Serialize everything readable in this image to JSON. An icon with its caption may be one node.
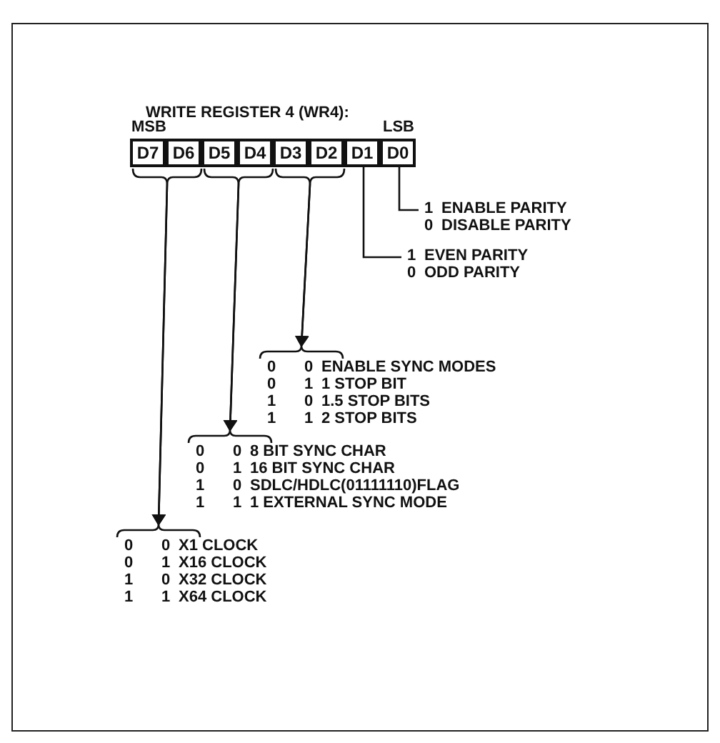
{
  "diagram": {
    "title": "WRITE REGISTER 4 (WR4):",
    "nodes": [
      {
        "text": [
          "D7"
        ]
      },
      {
        "text": [
          "D6"
        ]
      },
      {
        "text": [
          "D5"
        ]
      },
      {
        "text": [
          "D4"
        ]
      },
      {
        "text": [
          "D3"
        ]
      },
      {
        "text": [
          "D2"
        ]
      },
      {
        "text": [
          "D1"
        ]
      },
      {
        "text": [
          "D0"
        ]
      },
      {
        "text": [
          "1 ENABLE PARITY",
          "0 DISABLE PARITY"
        ]
      },
      {
        "text": [
          "1 EVEN PARITY",
          "0 ODD PARITY"
        ]
      },
      {
        "text": [
          "0 0 ENABLE SYNC MODES",
          "0 1 1 STOP BIT",
          "1 0 1.5 STOP BITS",
          "1 1 2 STOP BITS"
        ]
      },
      {
        "text": [
          "0 0 8 BIT SYNC CHAR",
          "0 1 16 BIT SYNC CHAR",
          "1 0 SDLC/HDLC(01111110)FLAG",
          "1 1 1 EXTERNAL SYNC MODE"
        ]
      },
      {
        "text": [
          "0 0 X1 CLOCK",
          "0 1 X16 CLOCK",
          "1 0 X32 CLOCK",
          "1 1 X64 CLOCK"
        ]
      }
    ],
    "edges": [
      {
        "from": 7,
        "to": 8,
        "arrow": "none"
      },
      {
        "from": 6,
        "to": 9,
        "arrow": "none"
      },
      {
        "from": 4,
        "to": 10,
        "arrow": "to"
      },
      {
        "from": 5,
        "to": 10,
        "arrow": "to"
      },
      {
        "from": 2,
        "to": 11,
        "arrow": "to"
      },
      {
        "from": 3,
        "to": 11,
        "arrow": "to"
      },
      {
        "from": 0,
        "to": 12,
        "arrow": "to"
      },
      {
        "from": 1,
        "to": 12,
        "arrow": "to"
      }
    ],
    "labels": [
      "MSB",
      "LSB"
    ]
  }
}
